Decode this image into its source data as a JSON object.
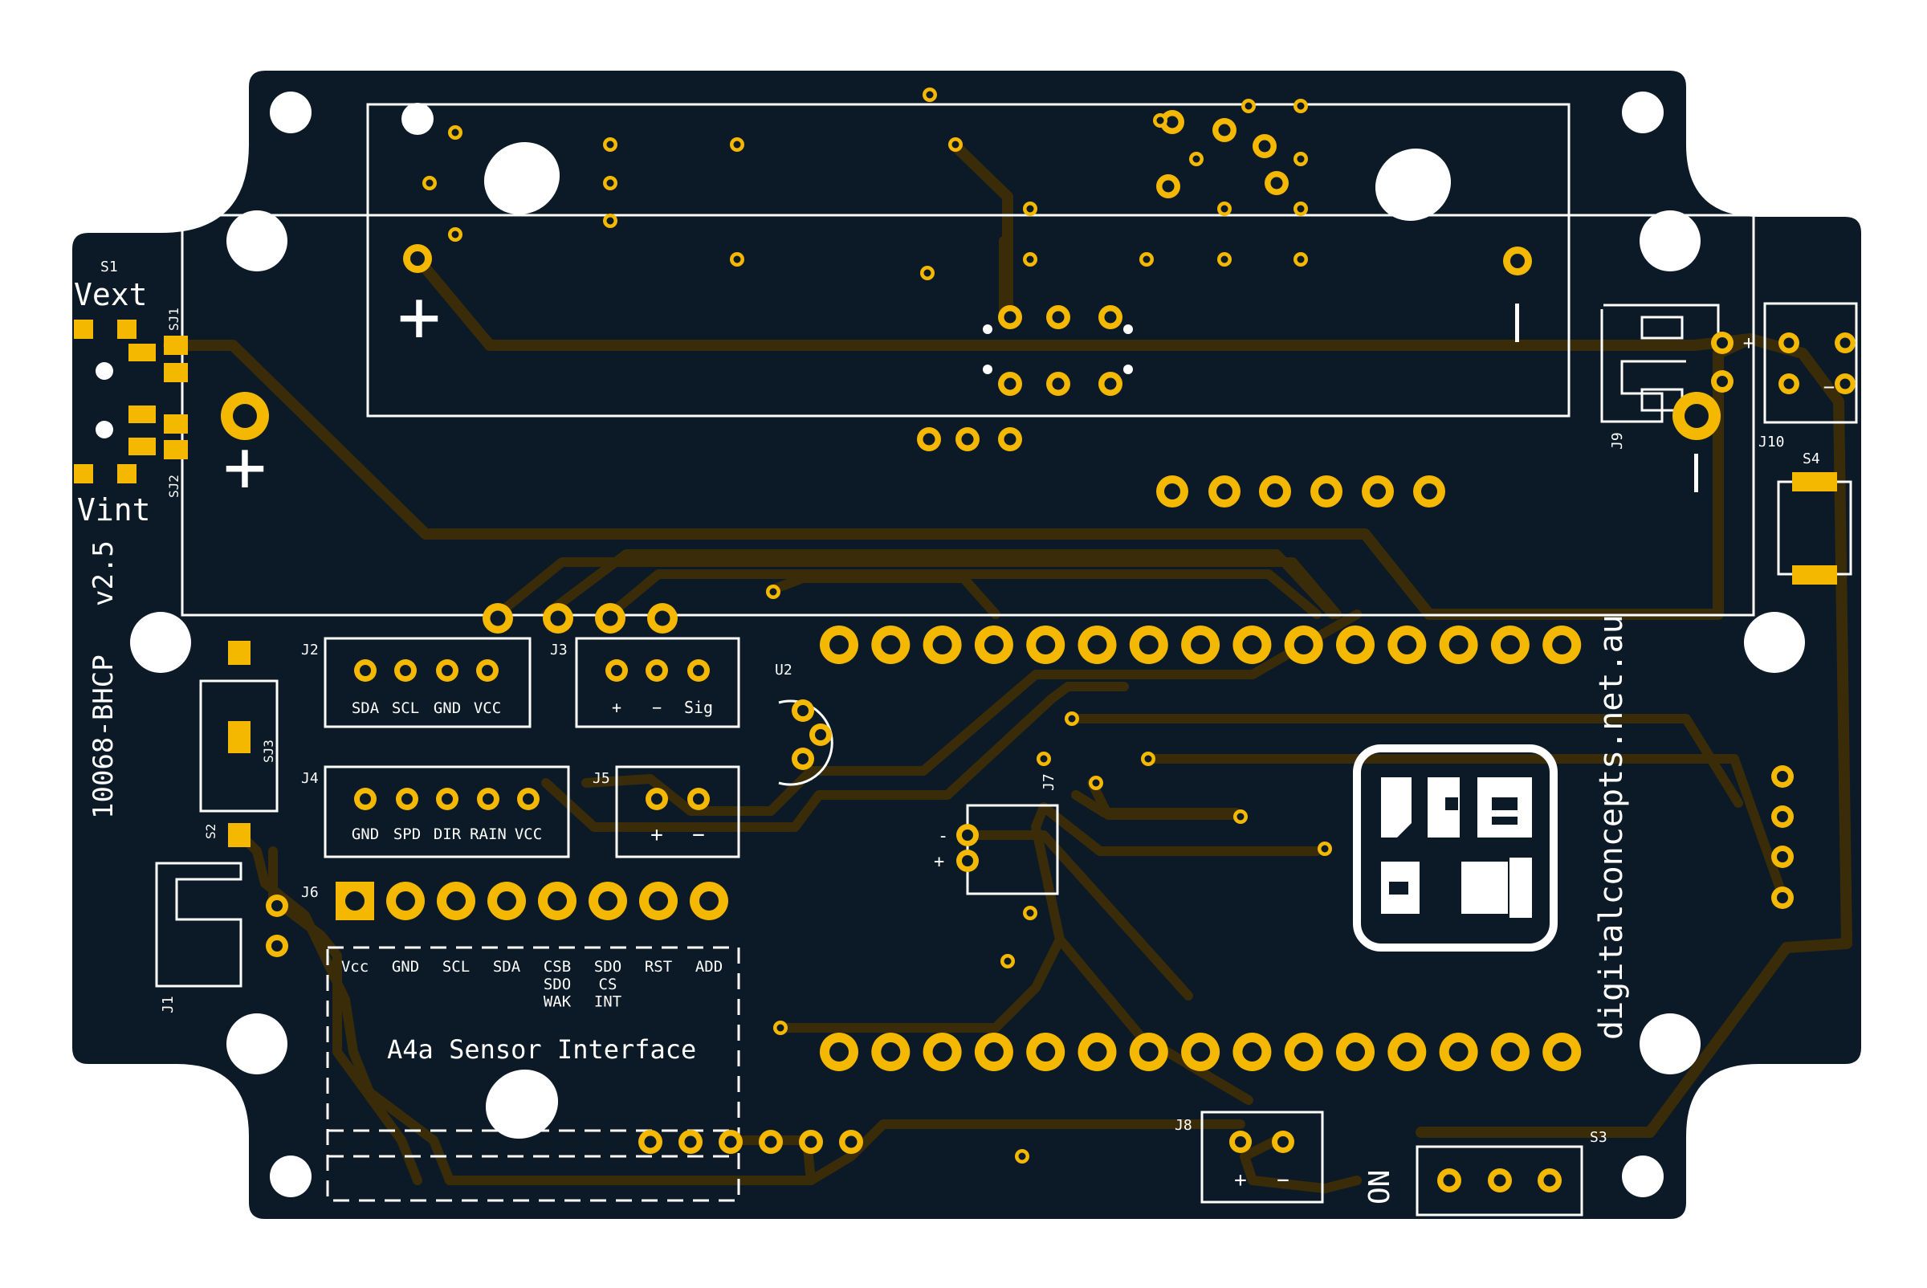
{
  "colors": {
    "board": "#0b1a26",
    "copper": "#f5b800",
    "trace": "#3a2c08",
    "silk": "#ffffff",
    "hole": "#ffffff"
  },
  "board": {
    "id": "10068-BHCP",
    "version": "v2.5",
    "website": "digitalconcepts.net.au",
    "logo_name": "digital-concepts-logo-icon"
  },
  "labels": {
    "s1": "S1",
    "vext": "Vext",
    "vint": "Vint",
    "sj1": "SJ1",
    "sj2": "SJ2",
    "sj3": "SJ3",
    "s2": "S2",
    "s3": "S3",
    "s4": "S4",
    "j1": "J1",
    "j9": "J9",
    "j10": "J10",
    "u2": "U2",
    "j7": "J7",
    "j8": "J8",
    "plus": "+",
    "minus": "−",
    "on": "ON"
  },
  "connectors": {
    "j2": {
      "name": "J2",
      "pins": [
        "SDA",
        "SCL",
        "GND",
        "VCC"
      ]
    },
    "j3": {
      "name": "J3",
      "pins": [
        "+",
        "−",
        "Sig"
      ]
    },
    "j4": {
      "name": "J4",
      "pins": [
        "GND",
        "SPD",
        "DIR",
        "RAIN",
        "VCC"
      ]
    },
    "j5": {
      "name": "J5",
      "pins": [
        "+",
        "−"
      ]
    },
    "j6": {
      "name": "J6",
      "pins": [
        "Vcc",
        "GND",
        "SCL",
        "SDA",
        "CSB\nSDO\nWAK",
        "SDO\nCS\nINT",
        "RST",
        "ADD"
      ]
    },
    "j8": {
      "name": "J8",
      "pins": [
        "+",
        "−"
      ]
    }
  },
  "a4a": {
    "title": "A4a Sensor Interface"
  },
  "j7_marks": {
    "minus": "-",
    "plus": "+"
  }
}
